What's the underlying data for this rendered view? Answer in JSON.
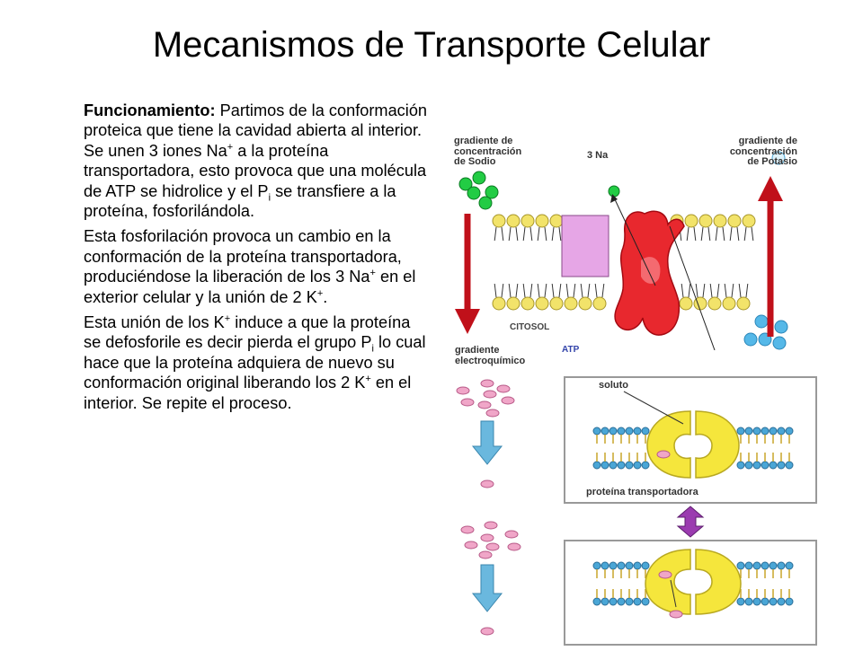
{
  "title": "Mecanismos de Transporte Celular",
  "body": {
    "p1_label": "Funcionamiento:",
    "p1_a": " Partimos de la conformación proteica que tiene la cavidad abierta al interior. Se unen 3 iones Na",
    "p1_sup1": "+",
    "p1_b": " a la proteína transportadora, esto provoca que una molécula de ATP se hidrolice y el P",
    "p1_sub1": "i",
    "p1_c": " se transfiere a la proteína, fosforilándola.",
    "p2_a": "Esta fosforilación provoca un cambio en la conformación de la proteína transportadora, produciéndose la liberación de los 3 Na",
    "p2_sup1": "+",
    "p2_b": " en el exterior celular y la unión de 2 K",
    "p2_sup2": "+",
    "p2_c": ".",
    "p3_a": "Esta unión de los K",
    "p3_sup1": "+",
    "p3_b": " induce a que la proteína se defosforile es decir pierda el grupo P",
    "p3_sub1": "i",
    "p3_c": " lo cual hace que la proteína adquiera de nuevo su conformación original liberando los 2 K",
    "p3_sup2": "+",
    "p3_d": " en el interior. Se repite el proceso."
  },
  "diagram_top": {
    "label_sodium_line1": "gradiente de",
    "label_sodium_line2": "concentración",
    "label_sodium_line3": "de Sodio",
    "label_3na": "3 Na",
    "label_potassium_line1": "gradiente de",
    "label_potassium_line2": "concentración",
    "label_potassium_line3": "de Potasio",
    "label_citosol": "CITOSOL",
    "label_atp": "ATP",
    "colors": {
      "sodium": "#22cc44",
      "potassium": "#55b8e8",
      "arrow": "#c0101a",
      "pump": "#e8282e",
      "channel": "#e6a6e6",
      "lipid_head": "#f2e36a"
    }
  },
  "diagram_left": {
    "label_line1": "gradiente",
    "label_line2": "electroquímico",
    "colors": {
      "solute": "#f0a6c8",
      "arrow": "#6ab8de"
    }
  },
  "diagram_right": {
    "label_soluto": "soluto",
    "label_protein": "proteína transportadora",
    "colors": {
      "protein": "#f5e63c",
      "double_arrow": "#9b3bb0"
    }
  }
}
